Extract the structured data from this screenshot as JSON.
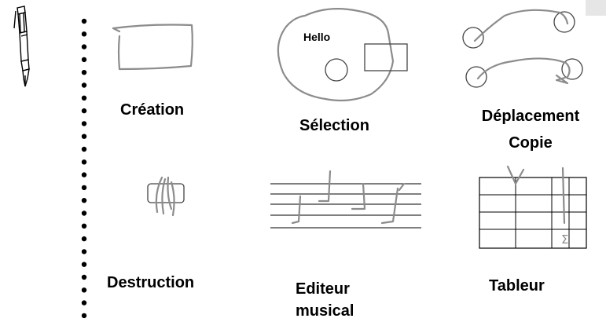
{
  "tiles": {
    "creation": {
      "label": "Création"
    },
    "selection": {
      "label": "Sélection",
      "sample_text": "Hello"
    },
    "move_copy": {
      "label_line1": "Déplacement",
      "label_line2": "Copie"
    },
    "destruction": {
      "label": "Destruction"
    },
    "music_editor": {
      "label_line1": "Editeur",
      "label_line2": "musical"
    },
    "spreadsheet": {
      "label": "Tableur",
      "sum_symbol": "Σ"
    }
  },
  "icons": {
    "pen": "pen-icon"
  }
}
